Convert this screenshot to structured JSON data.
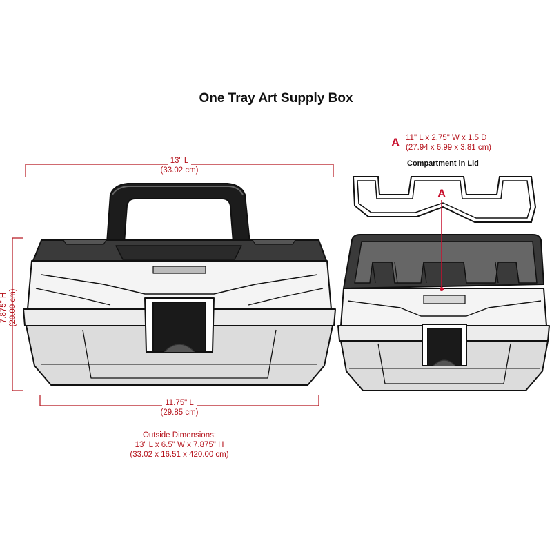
{
  "title": "One Tray Art Supply Box",
  "length_top": {
    "line1": "13\" L",
    "line2": "(33.02 cm)"
  },
  "height_side": {
    "line1": "7.875\" H",
    "line2": "(20.00 cm)"
  },
  "length_bottom": {
    "line1": "11.75\" L",
    "line2": "(29.85 cm)"
  },
  "outside": {
    "line1": "Outside Dimensions:",
    "line2": "13\" L x 6.5\" W x 7.875\" H",
    "line3": "(33.02 x 16.51 x 420.00 cm)"
  },
  "compartment": {
    "marker": "A",
    "dims1": "11\" L x 2.75\" W x 1.5 D",
    "dims2": "(27.94 x 6.99 x 3.81 cm)",
    "label": "Compartment in Lid",
    "pointer_marker": "A"
  },
  "colors": {
    "dimension": "#b5121b",
    "marker": "#c8102e",
    "outline": "#111111",
    "body_gray": "#dcdcdc",
    "lid_dark": "#3a3a3a"
  }
}
